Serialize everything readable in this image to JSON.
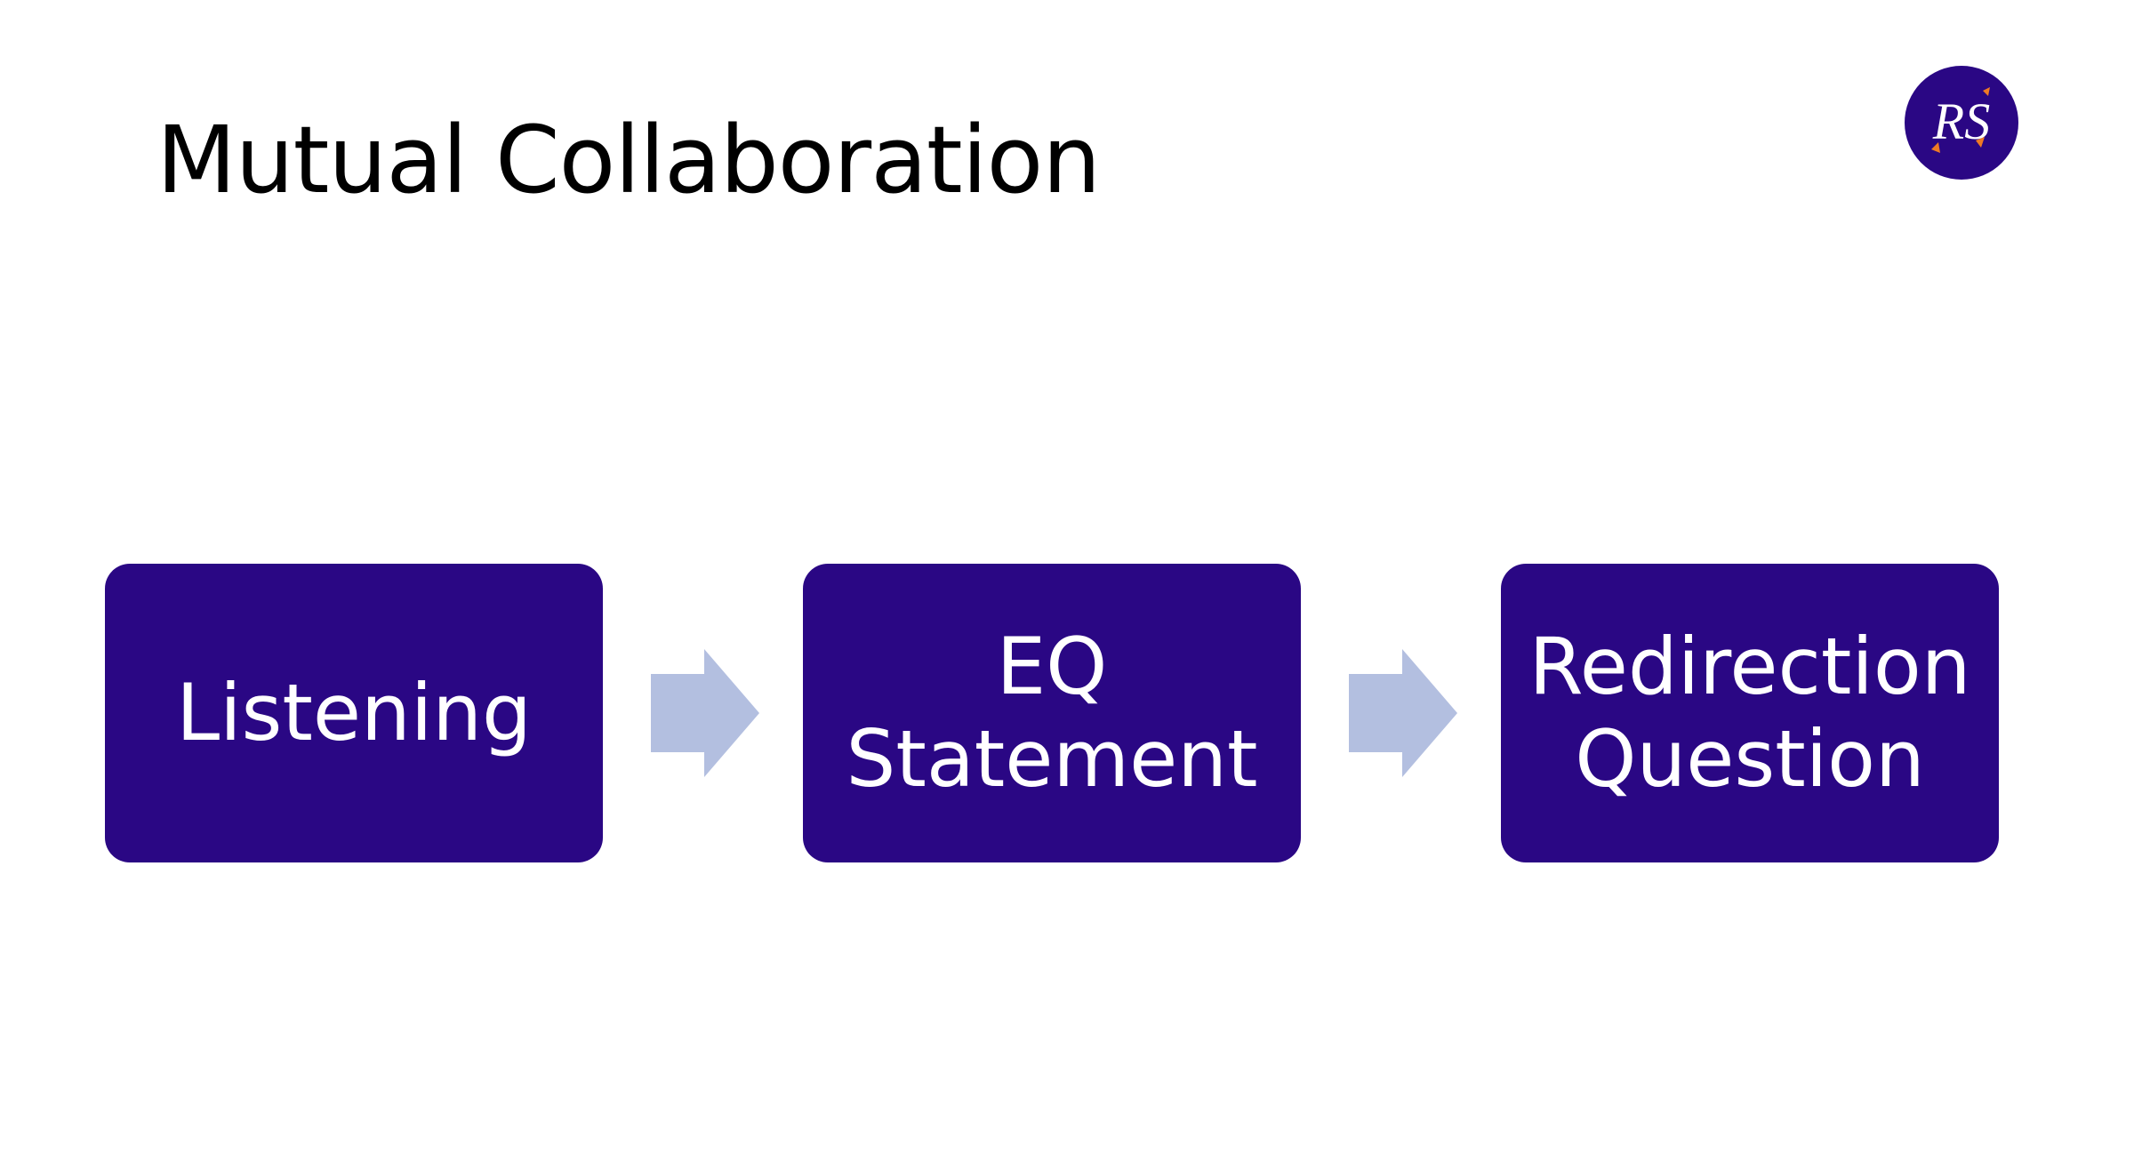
{
  "slide": {
    "title": "Mutual Collaboration",
    "logo": {
      "text": "RS",
      "icon": "rs-monogram-logo",
      "background_color": "#2a0784",
      "accent_color": "#f07a24"
    }
  },
  "flow": {
    "box_color": "#2a0784",
    "arrow_color": "#b3bfe0",
    "steps": [
      {
        "lines": [
          "Listening"
        ]
      },
      {
        "lines": [
          "EQ",
          "Statement"
        ]
      },
      {
        "lines": [
          "Redirection",
          "Question"
        ]
      }
    ],
    "connector_icon": "chevron-arrow-right"
  }
}
